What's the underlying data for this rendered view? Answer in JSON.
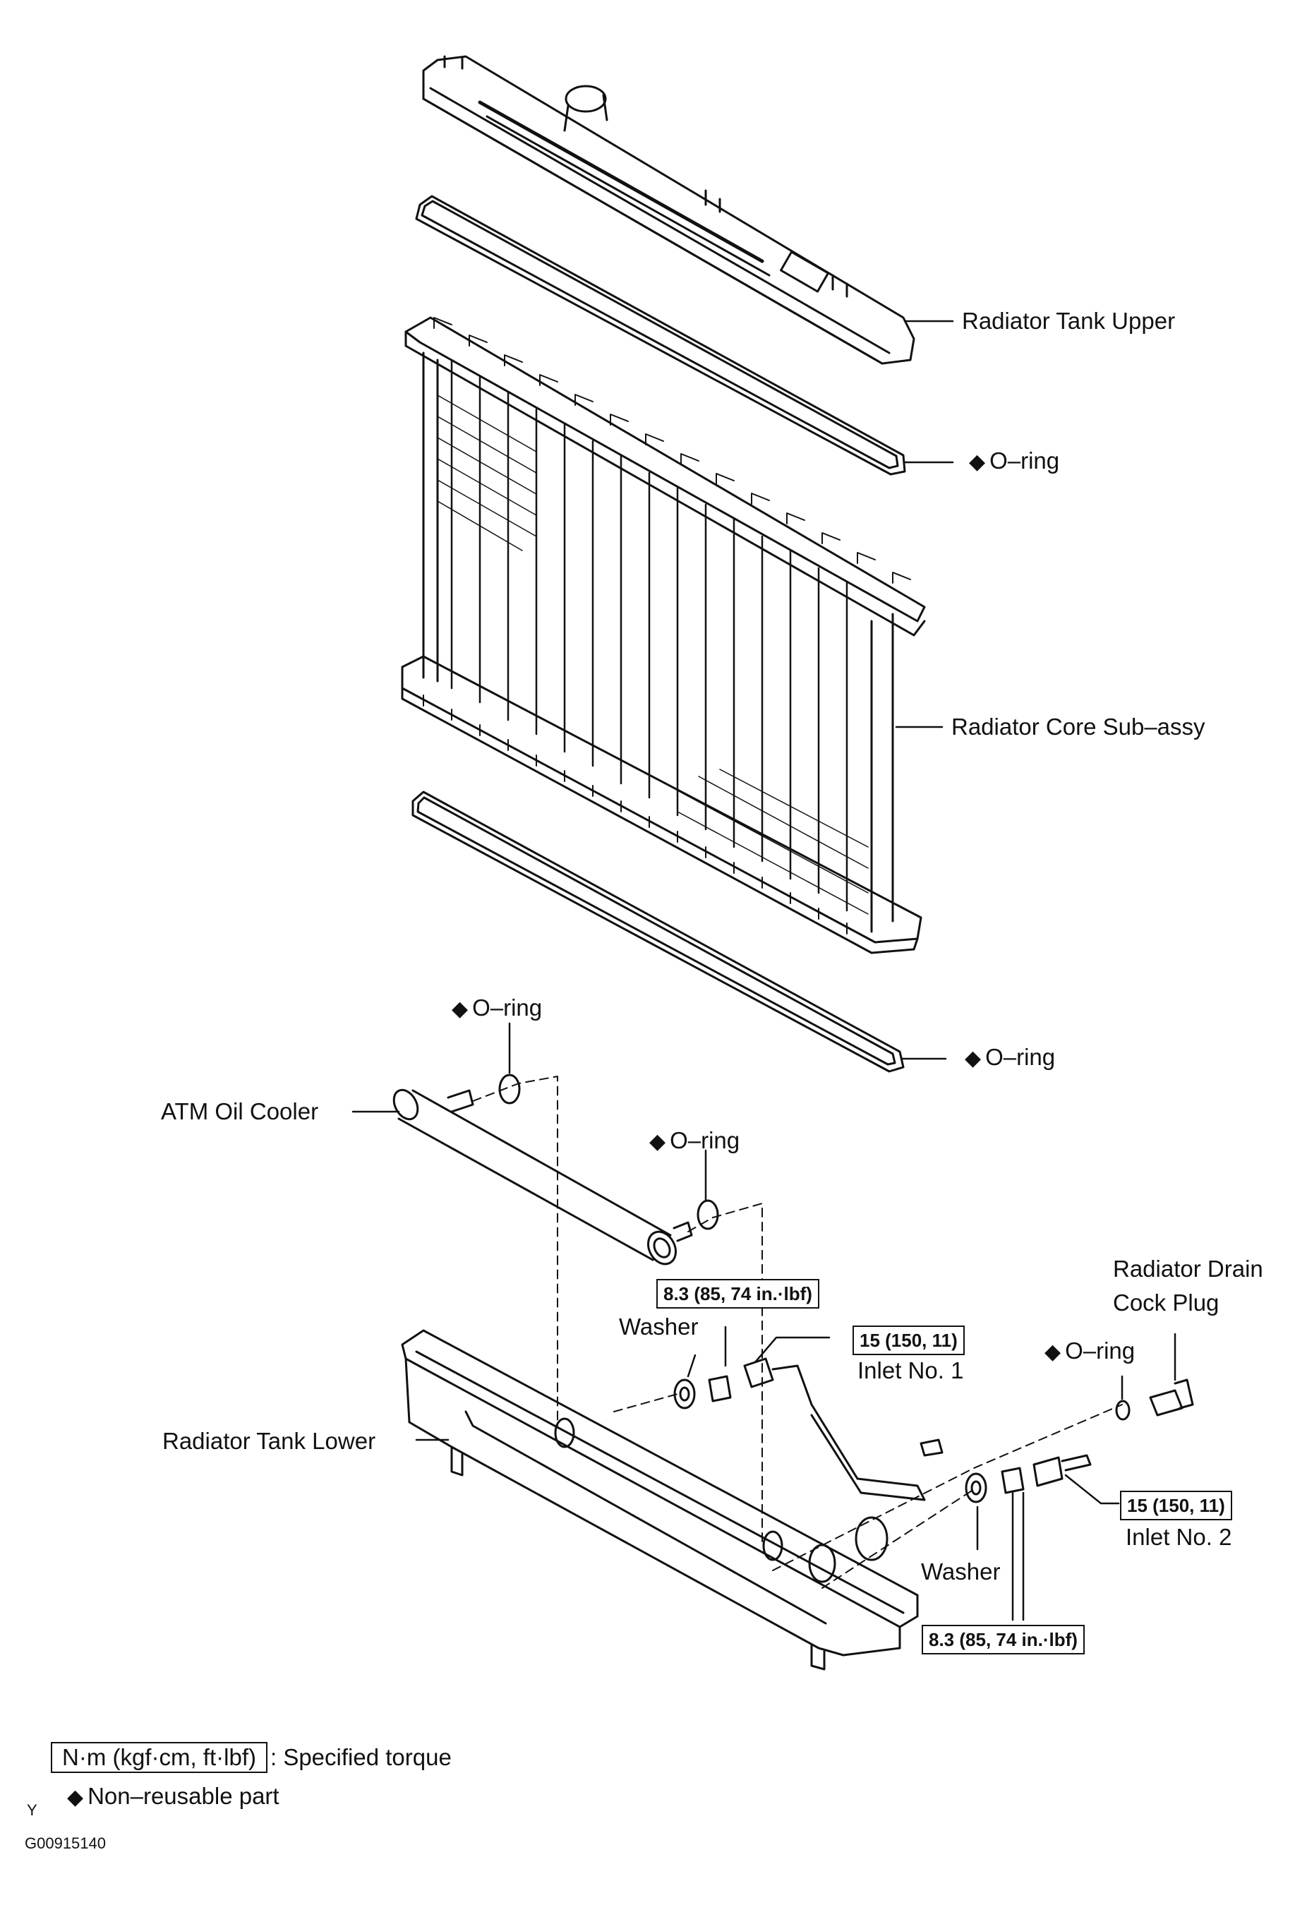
{
  "labels": {
    "radiator_tank_upper": "Radiator Tank Upper",
    "o_ring_top": "O–ring",
    "radiator_core": "Radiator Core Sub–assy",
    "o_ring_lower_gasket": "O–ring",
    "o_ring_cooler_1": "O–ring",
    "atm_oil_cooler": "ATM Oil Cooler",
    "o_ring_cooler_2": "O–ring",
    "radiator_drain_line1": "Radiator Drain",
    "radiator_drain_line2": "Cock Plug",
    "o_ring_drain": "O–ring",
    "washer_1": "Washer",
    "inlet_no1": "Inlet No. 1",
    "radiator_tank_lower": "Radiator Tank Lower",
    "washer_2": "Washer",
    "inlet_no2": "Inlet No. 2"
  },
  "torque_specs": {
    "nut_1": "8.3 (85, 74 in.·lbf)",
    "inlet_1": "15 (150, 11)",
    "inlet_2": "15 (150, 11)",
    "nut_2": "8.3 (85, 74 in.·lbf)"
  },
  "legend": {
    "torque_unit": "N·m (kgf·cm, ft·lbf)",
    "torque_text": ": Specified torque",
    "nonreusable_text": "Non–reusable part",
    "diamond_symbol": "◆"
  },
  "footer": {
    "corner_mark": "Y",
    "figure_code": "G00915140"
  }
}
